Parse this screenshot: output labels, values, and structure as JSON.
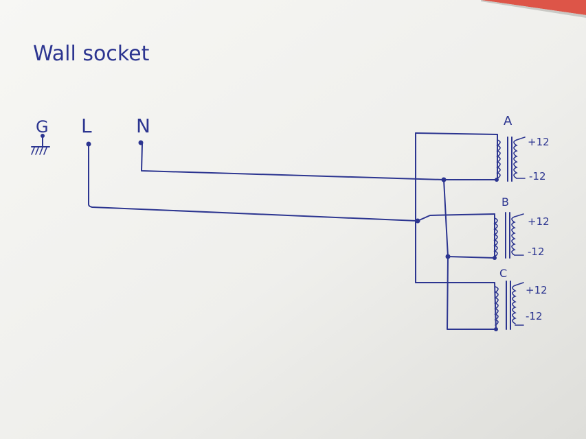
{
  "title": "Wall socket",
  "terminals": {
    "ground": "G",
    "live": "L",
    "neutral": "N"
  },
  "transformers": [
    {
      "id": "A",
      "plus": "+12",
      "minus": "-12"
    },
    {
      "id": "B",
      "plus": "+12",
      "minus": "-12"
    },
    {
      "id": "C",
      "plus": "+12",
      "minus": "-12"
    }
  ],
  "colors": {
    "ink": "#2c3590",
    "paper": "#f4f4f1",
    "paper_shade": "#dcdcd8",
    "accent_red": "#d93a2a"
  }
}
